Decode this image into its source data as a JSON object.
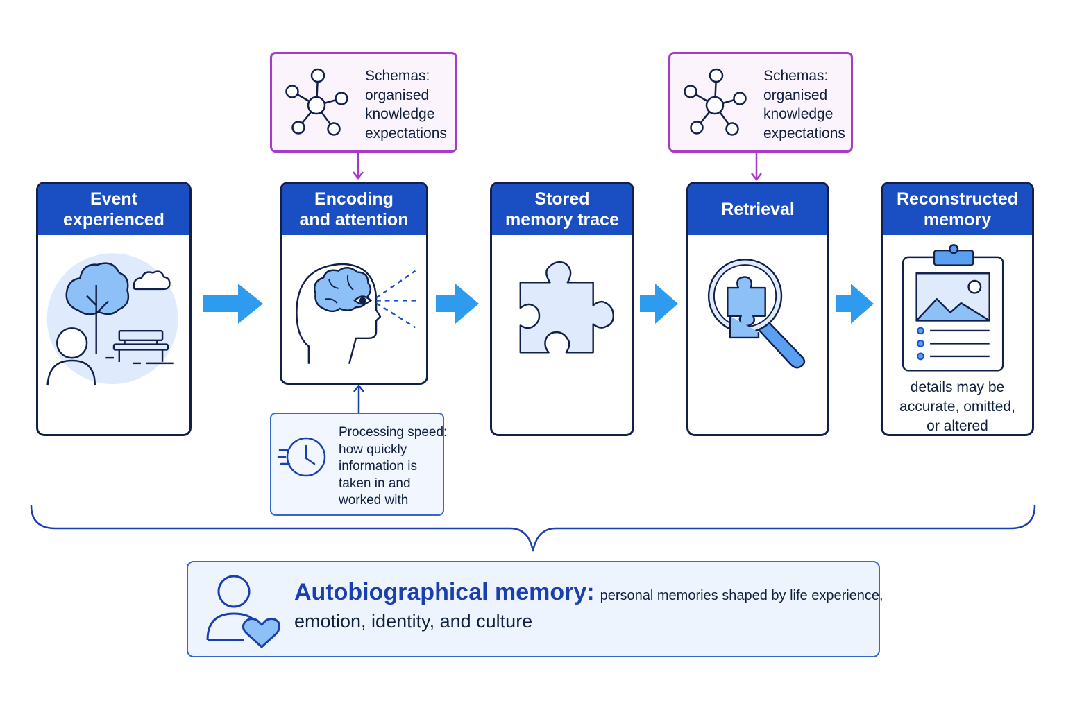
{
  "stages": [
    {
      "id": "event",
      "lines": [
        "Event",
        "experienced"
      ],
      "icon": "person-park-icon"
    },
    {
      "id": "encoding",
      "lines": [
        "Encoding",
        "and attention"
      ],
      "icon": "head-brain-eye-icon"
    },
    {
      "id": "stored",
      "lines": [
        "Stored",
        "memory trace"
      ],
      "icon": "puzzle-piece-icon"
    },
    {
      "id": "retrieval",
      "lines": [
        "Retrieval"
      ],
      "icon": "magnifier-puzzle-icon"
    },
    {
      "id": "reconstructed",
      "lines": [
        "Reconstructed",
        "memory"
      ],
      "icon": "clipboard-image-icon",
      "caption": [
        "details may be",
        "accurate, omitted,",
        "or altered"
      ]
    }
  ],
  "schemas": {
    "lines": [
      "Schemas:",
      "organised",
      "knowledge",
      "expectations"
    ],
    "icon": "network-nodes-icon"
  },
  "processing_speed": {
    "lines": [
      "Processing speed:",
      "how quickly",
      "information is",
      "taken in and",
      "worked with"
    ],
    "icon": "fast-clock-icon"
  },
  "autobiographical": {
    "title": "Autobiographical memory:",
    "desc_line1": "personal memories shaped by life experience,",
    "desc_line2": "emotion, identity, and culture",
    "icon": "person-heart-icon"
  },
  "colors": {
    "header_blue": "#1a4fc4",
    "arrow_blue": "#2f9bef",
    "schema_purple": "#a63bc9",
    "outline_navy": "#11204a",
    "light_blue_fill": "#b9d8fb"
  }
}
